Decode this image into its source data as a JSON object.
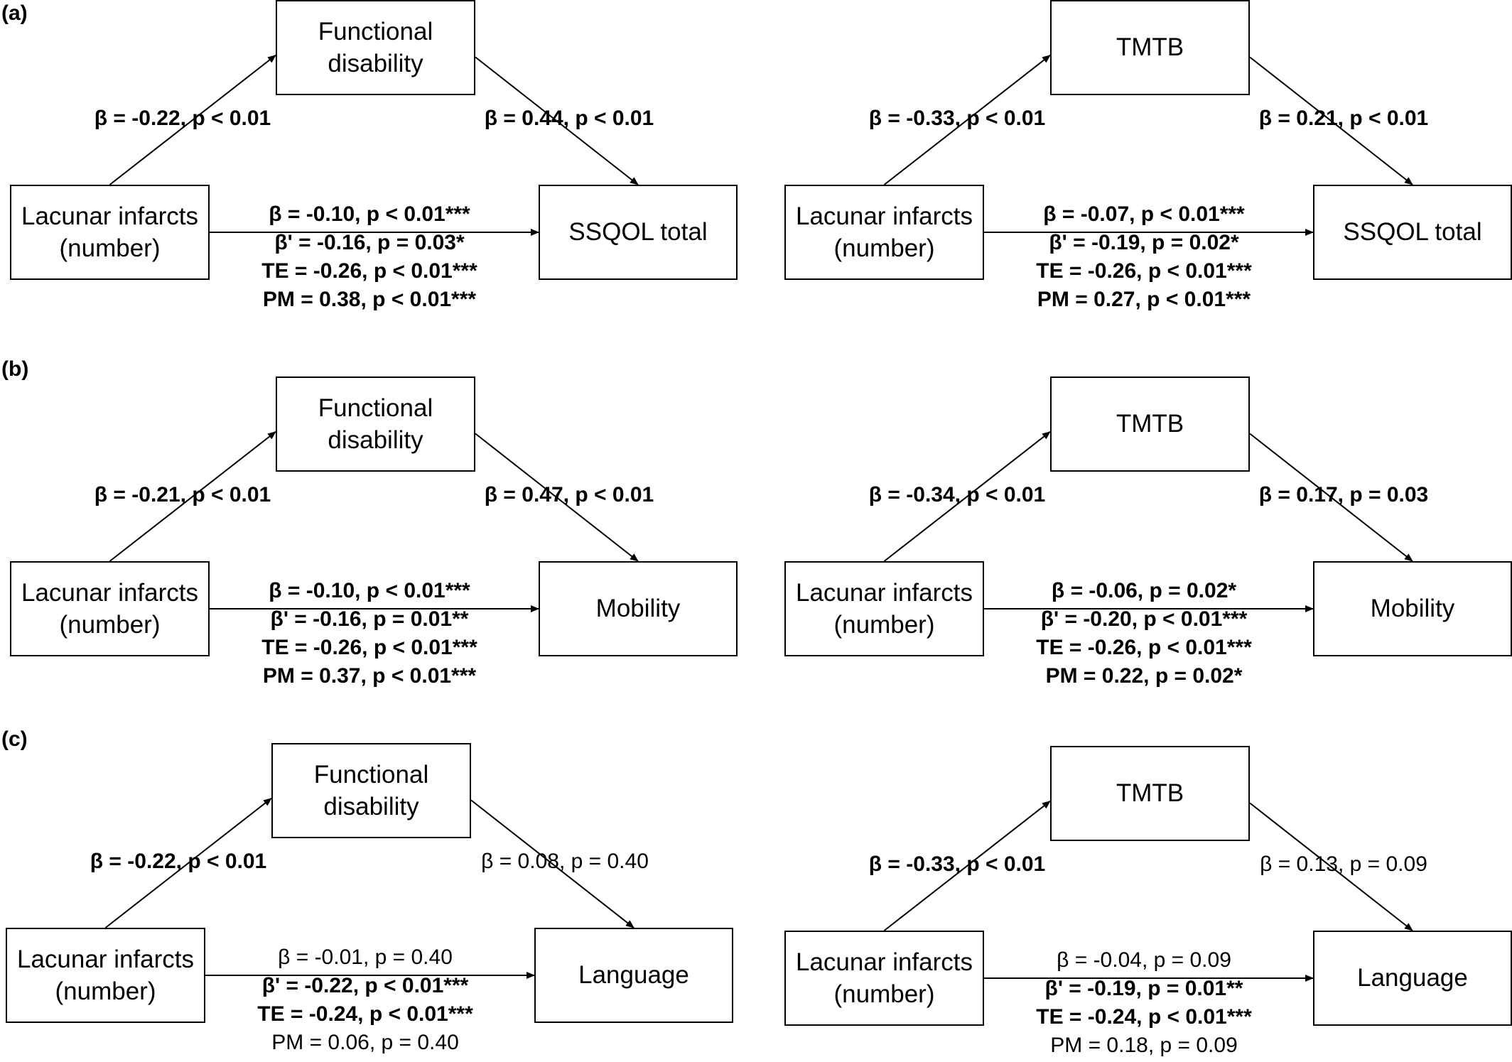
{
  "panels": [
    {
      "label": "(a)",
      "diagrams": [
        {
          "mediator": "Functional\ndisability",
          "outcome": "SSQOL total",
          "predictor": "Lacunar infarcts\n(number)",
          "path_a": {
            "text": "β = -0.22, p < 0.01",
            "bold": true
          },
          "path_b": {
            "text": "β = 0.44, p < 0.01",
            "bold": true
          },
          "direct": [
            {
              "text": "β = -0.10, p < 0.01***",
              "bold": true
            },
            {
              "text": "β' = -0.16, p = 0.03*",
              "bold": true
            },
            {
              "text": "TE = -0.26, p < 0.01***",
              "bold": true
            },
            {
              "text": "PM = 0.38, p < 0.01***",
              "bold": true
            }
          ]
        },
        {
          "mediator": "TMTB",
          "outcome": "SSQOL total",
          "predictor": "Lacunar infarcts\n(number)",
          "path_a": {
            "text": "β = -0.33, p < 0.01",
            "bold": true
          },
          "path_b": {
            "text": "β = 0.21, p < 0.01",
            "bold": true
          },
          "direct": [
            {
              "text": "β = -0.07, p < 0.01***",
              "bold": true
            },
            {
              "text": "β' = -0.19, p = 0.02*",
              "bold": true
            },
            {
              "text": "TE = -0.26, p < 0.01***",
              "bold": true
            },
            {
              "text": "PM = 0.27, p < 0.01***",
              "bold": true
            }
          ]
        }
      ]
    },
    {
      "label": "(b)",
      "diagrams": [
        {
          "mediator": "Functional\ndisability",
          "outcome": "Mobility",
          "predictor": "Lacunar infarcts\n(number)",
          "path_a": {
            "text": "β = -0.21, p < 0.01",
            "bold": true
          },
          "path_b": {
            "text": "β = 0.47, p < 0.01",
            "bold": true
          },
          "direct": [
            {
              "text": "β = -0.10, p < 0.01***",
              "bold": true
            },
            {
              "text": "β' = -0.16, p = 0.01**",
              "bold": true
            },
            {
              "text": "TE = -0.26, p < 0.01***",
              "bold": true
            },
            {
              "text": "PM = 0.37, p < 0.01***",
              "bold": true
            }
          ]
        },
        {
          "mediator": "TMTB",
          "outcome": "Mobility",
          "predictor": "Lacunar infarcts\n(number)",
          "path_a": {
            "text": "β = -0.34, p < 0.01",
            "bold": true
          },
          "path_b": {
            "text": "β = 0.17, p = 0.03",
            "bold": true
          },
          "direct": [
            {
              "text": "β = -0.06, p = 0.02*",
              "bold": true
            },
            {
              "text": "β' = -0.20, p < 0.01***",
              "bold": true
            },
            {
              "text": "TE = -0.26, p < 0.01***",
              "bold": true
            },
            {
              "text": "PM = 0.22, p = 0.02*",
              "bold": true
            }
          ]
        }
      ]
    },
    {
      "label": "(c)",
      "diagrams": [
        {
          "mediator": "Functional\ndisability",
          "outcome": "Language",
          "predictor": "Lacunar infarcts\n(number)",
          "path_a": {
            "text": "β = -0.22, p < 0.01",
            "bold": true
          },
          "path_b": {
            "text": "β = 0.08, p = 0.40",
            "bold": false
          },
          "direct": [
            {
              "text": "β = -0.01, p = 0.40",
              "bold": false
            },
            {
              "text": "β' = -0.22, p < 0.01***",
              "bold": true
            },
            {
              "text": "TE = -0.24, p < 0.01***",
              "bold": true
            },
            {
              "text": "PM = 0.06, p = 0.40",
              "bold": false
            }
          ]
        },
        {
          "mediator": "TMTB",
          "outcome": "Language",
          "predictor": "Lacunar infarcts\n(number)",
          "path_a": {
            "text": "β = -0.33, p < 0.01",
            "bold": true
          },
          "path_b": {
            "text": "β = 0.13, p = 0.09",
            "bold": false
          },
          "direct": [
            {
              "text": "β = -0.04, p = 0.09",
              "bold": false
            },
            {
              "text": "β' = -0.19, p = 0.01**",
              "bold": true
            },
            {
              "text": "TE = -0.24, p < 0.01***",
              "bold": true
            },
            {
              "text": "PM = 0.18, p = 0.09",
              "bold": false
            }
          ]
        }
      ]
    }
  ]
}
